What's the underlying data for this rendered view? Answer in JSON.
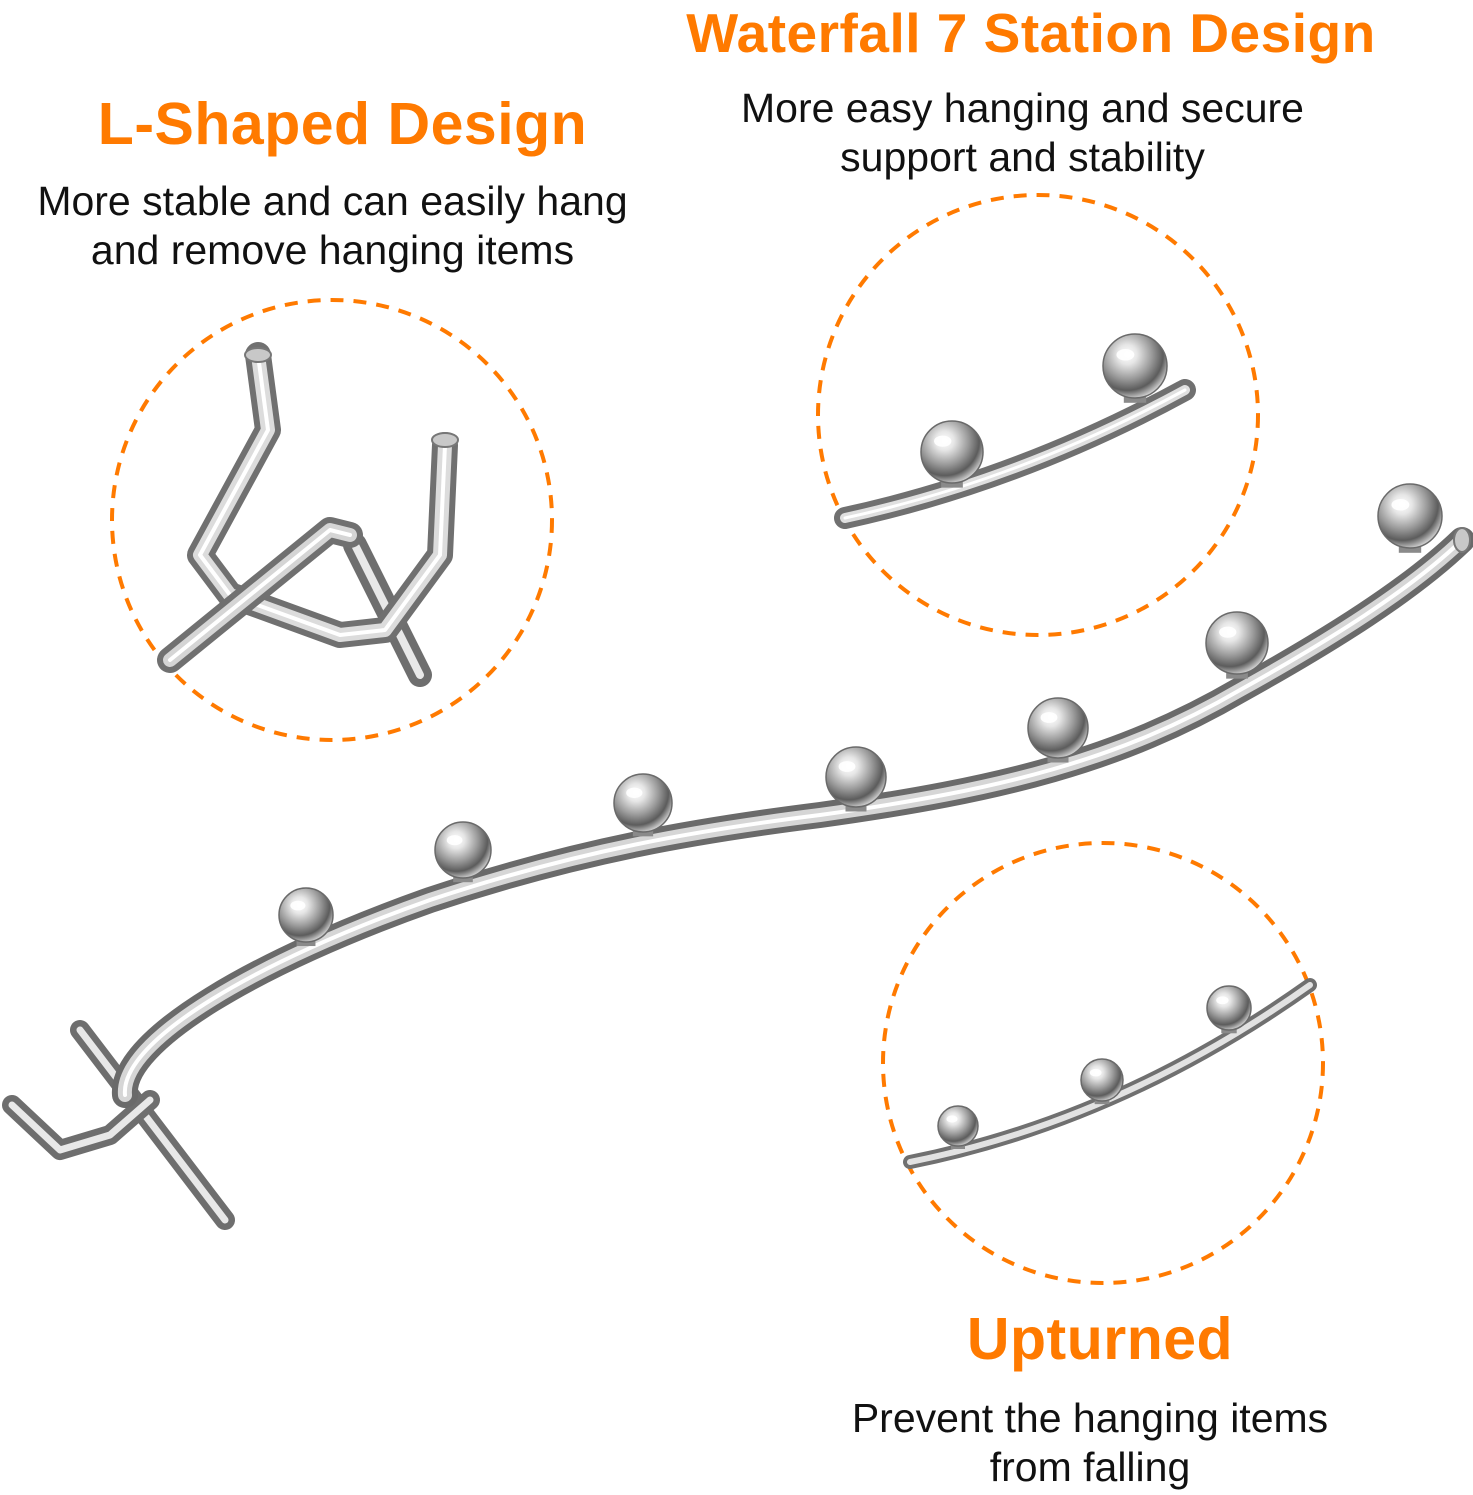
{
  "colors": {
    "accent": "#ff7a00",
    "text": "#111111",
    "chrome_light": "#f4f4f4",
    "chrome_mid": "#b9b9b9",
    "chrome_dark": "#6a6a6a"
  },
  "features": {
    "waterfall": {
      "title": "Waterfall 7 Station Design",
      "lines": [
        "More easy hanging and secure",
        "support and stability"
      ]
    },
    "l_shaped": {
      "title": "L-Shaped Design",
      "lines": [
        "More stable and can easily hang",
        "and remove hanging items"
      ]
    },
    "upturned": {
      "title": "Upturned",
      "lines": [
        "Prevent the hanging items",
        "from falling"
      ]
    }
  },
  "product": {
    "station_count": 7
  }
}
